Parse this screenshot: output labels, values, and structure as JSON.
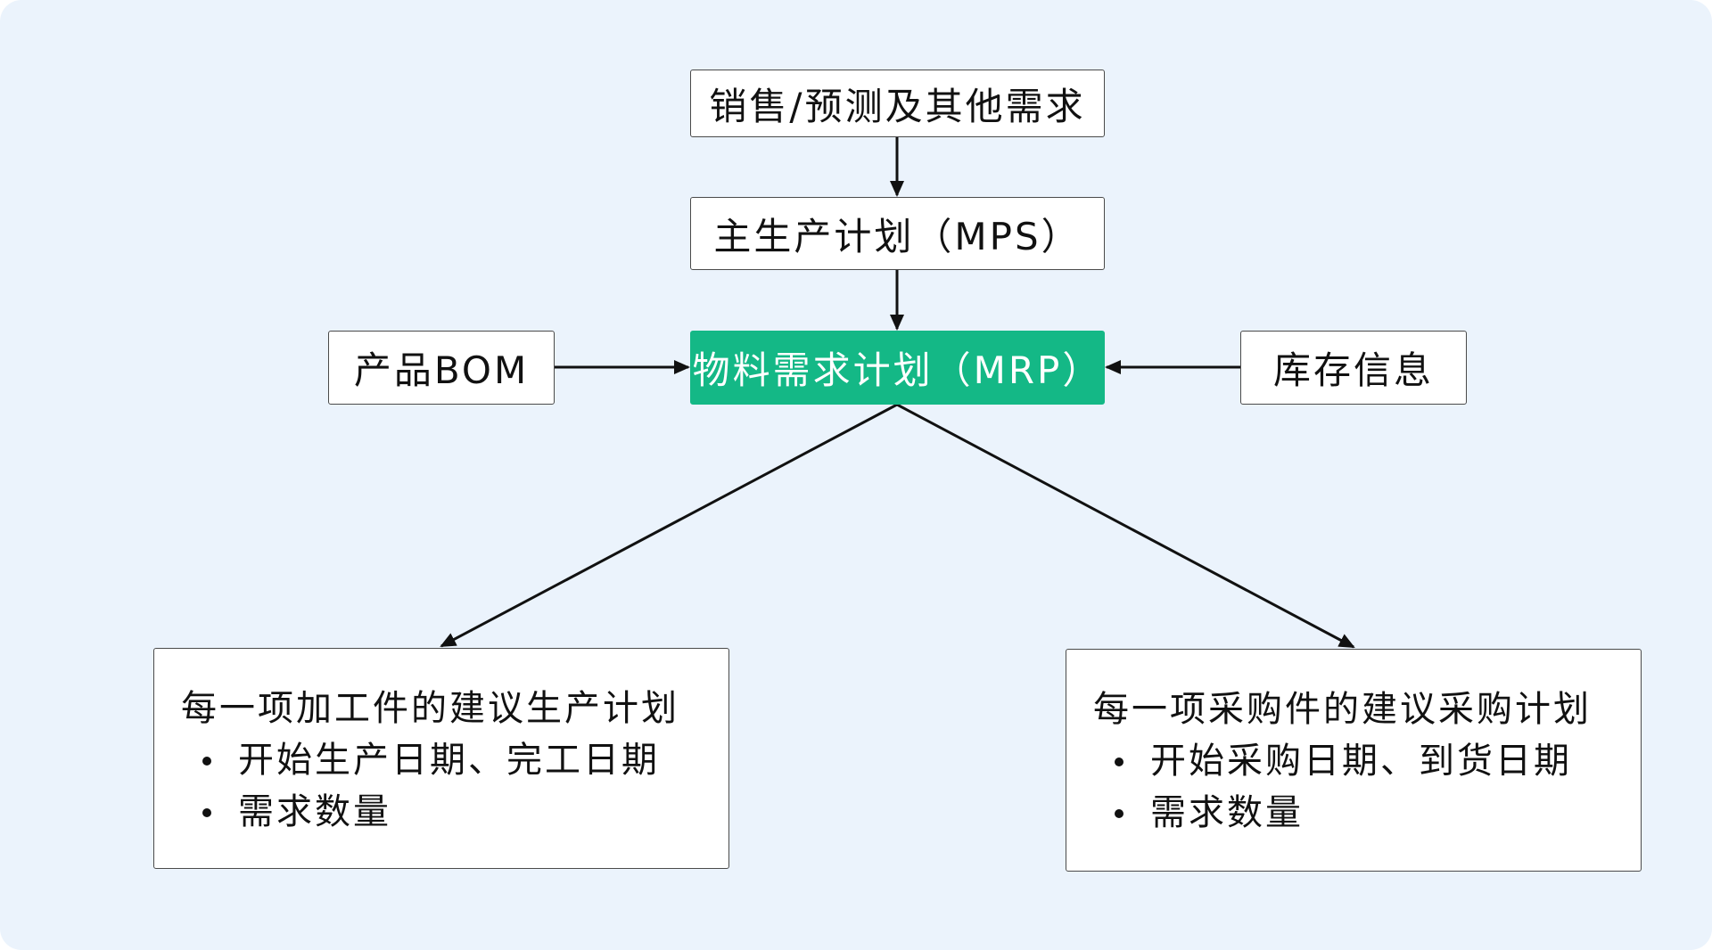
{
  "colors": {
    "background": "#ebf3fc",
    "highlight": "#14b886",
    "line": "#111111",
    "box_border": "#4a4a4a"
  },
  "nodes": {
    "sales": "销售/预测及其他需求",
    "mps": "主生产计划（MPS）",
    "bom": "产品BOM",
    "mrp": "物料需求计划（MRP）",
    "inventory": "库存信息"
  },
  "outputs": {
    "manufacturing": {
      "title": "每一项加工件的建议生产计划",
      "items": [
        "开始生产日期、完工日期",
        "需求数量"
      ]
    },
    "purchasing": {
      "title": "每一项采购件的建议采购计划",
      "items": [
        "开始采购日期、到货日期",
        "需求数量"
      ]
    }
  }
}
